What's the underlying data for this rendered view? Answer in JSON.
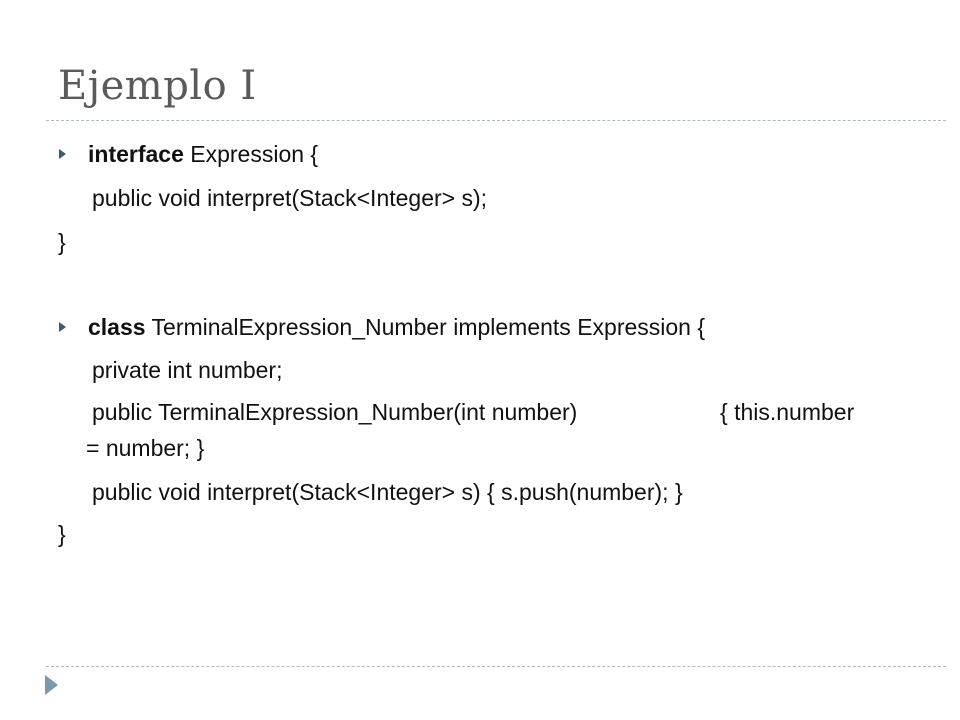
{
  "slide": {
    "title": "Ejemplo I",
    "blocks": [
      {
        "keyword": "interface",
        "header_rest": " Expression {",
        "lines": [
          "public void interpret(Stack<Integer> s);"
        ],
        "closing": "}"
      },
      {
        "keyword": "class",
        "header_rest": " TerminalExpression_Number implements Expression {",
        "lines": [
          "private int number;",
          "public TerminalExpression_Number(int number)",
          "{ this.number",
          "= number; }",
          "public void interpret(Stack<Integer> s)  { s.push(number); }"
        ],
        "closing": "}"
      }
    ]
  },
  "colors": {
    "title": "#5a5a5a",
    "bullet": "#3e5a6e",
    "rule": "#a9bcc8",
    "corner": "#7c98ad"
  },
  "icons": {
    "bullet": "triangle-right-icon",
    "corner": "slide-corner-triangle-icon"
  }
}
